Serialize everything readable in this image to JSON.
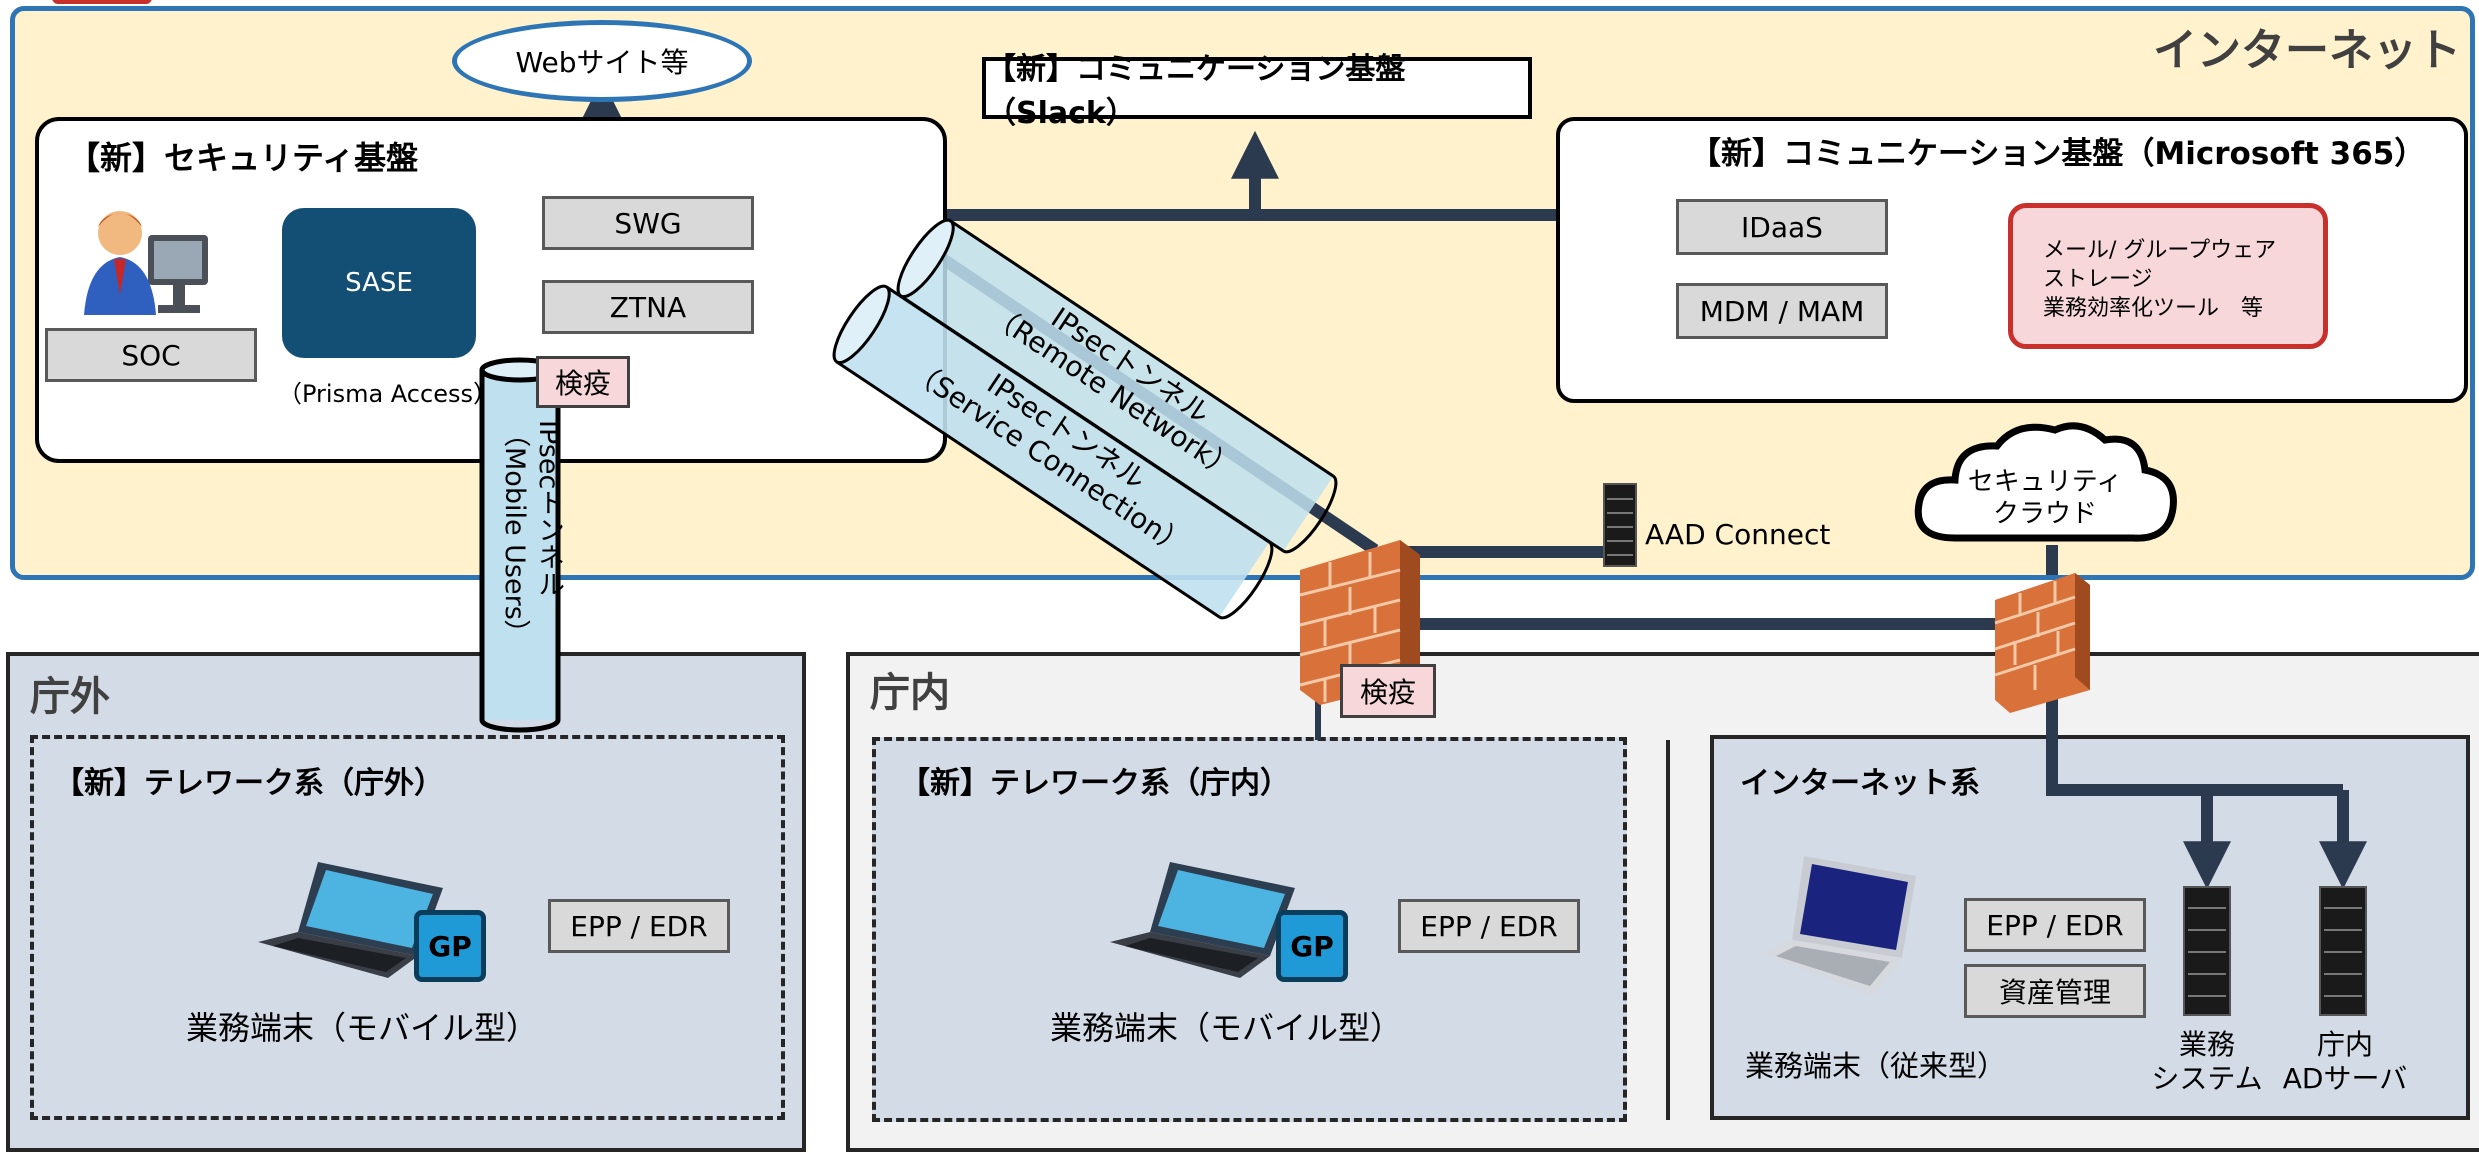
{
  "zones": {
    "internet": "インターネット",
    "chogai": "庁外",
    "chonai": "庁内"
  },
  "website": "Webサイト等",
  "security": {
    "title": "【新】セキュリティ基盤",
    "soc": "SOC",
    "sase": "SASE",
    "prisma": "（Prisma Access）",
    "swg": "SWG",
    "ztna": "ZTNA",
    "kenneki": "検疫"
  },
  "slack": {
    "title": "【新】コミュニケーション基盤（Slack）"
  },
  "m365": {
    "title": "【新】コミュニケーション基盤（Microsoft 365）",
    "idaas": "IDaaS",
    "mdm": "MDM / MAM",
    "services": [
      "メール/ グループウェア",
      "ストレージ",
      "業務効率化ツール　等"
    ]
  },
  "tunnels": {
    "mobile_1": "IPsecトンネル",
    "mobile_2": "（Mobile Users）",
    "remote_1": "IPsecトンネル",
    "remote_2": "（Remote Network）",
    "service_1": "IPsecトンネル",
    "service_2": "（Service Connection）"
  },
  "aad": "AAD Connect",
  "cloud": {
    "line1": "セキュリティ",
    "line2": "クラウド"
  },
  "gateway_kenneki": "検疫",
  "telework_out": {
    "title": "【新】テレワーク系（庁外）",
    "epp": "EPP / EDR",
    "device": "業務端末（モバイル型）",
    "gp": "GP"
  },
  "telework_in": {
    "title": "【新】テレワーク系（庁内）",
    "epp": "EPP / EDR",
    "device": "業務端末（モバイル型）",
    "gp": "GP"
  },
  "internet_sys": {
    "title": "インターネット系",
    "epp": "EPP / EDR",
    "asset": "資産管理",
    "device": "業務端末（従来型）",
    "server1_l1": "業務",
    "server1_l2": "システム",
    "server2_l1": "庁内",
    "server2_l2": "ADサーバ"
  },
  "colors": {
    "line": "#2b3a4f",
    "internet_bg": "#fff2cc",
    "internet_border": "#2e75b6",
    "zone_bg": "#d3dbe6",
    "sase": "#134f74",
    "gp": "#1f9ad6",
    "tunnel": "#bfe0ef",
    "brick": "#d9713a",
    "accent_red": "#c9302c"
  }
}
